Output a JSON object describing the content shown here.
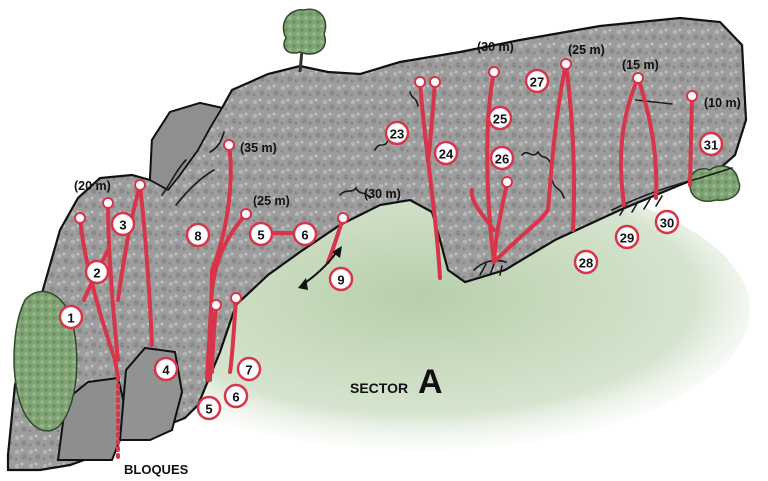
{
  "sector": {
    "prefix": "SECTOR",
    "letter": "A"
  },
  "bloques_label": "BLOQUES",
  "route_badges": [
    "1",
    "2",
    "3",
    "4",
    "5",
    "6",
    "7",
    "8",
    "5",
    "6",
    "9",
    "23",
    "24",
    "25",
    "26",
    "27",
    "28",
    "29",
    "30",
    "31"
  ],
  "lengths": [
    "(20 m)",
    "(35 m)",
    "(25 m)",
    "(30 m)",
    "(30 m)",
    "(25 m)",
    "(15 m)",
    "(10 m)"
  ],
  "colors": {
    "route": "#d8344a",
    "rock": "#9a9a9a",
    "vegetation": "#bcd3b0",
    "tree": "#7fa374"
  }
}
